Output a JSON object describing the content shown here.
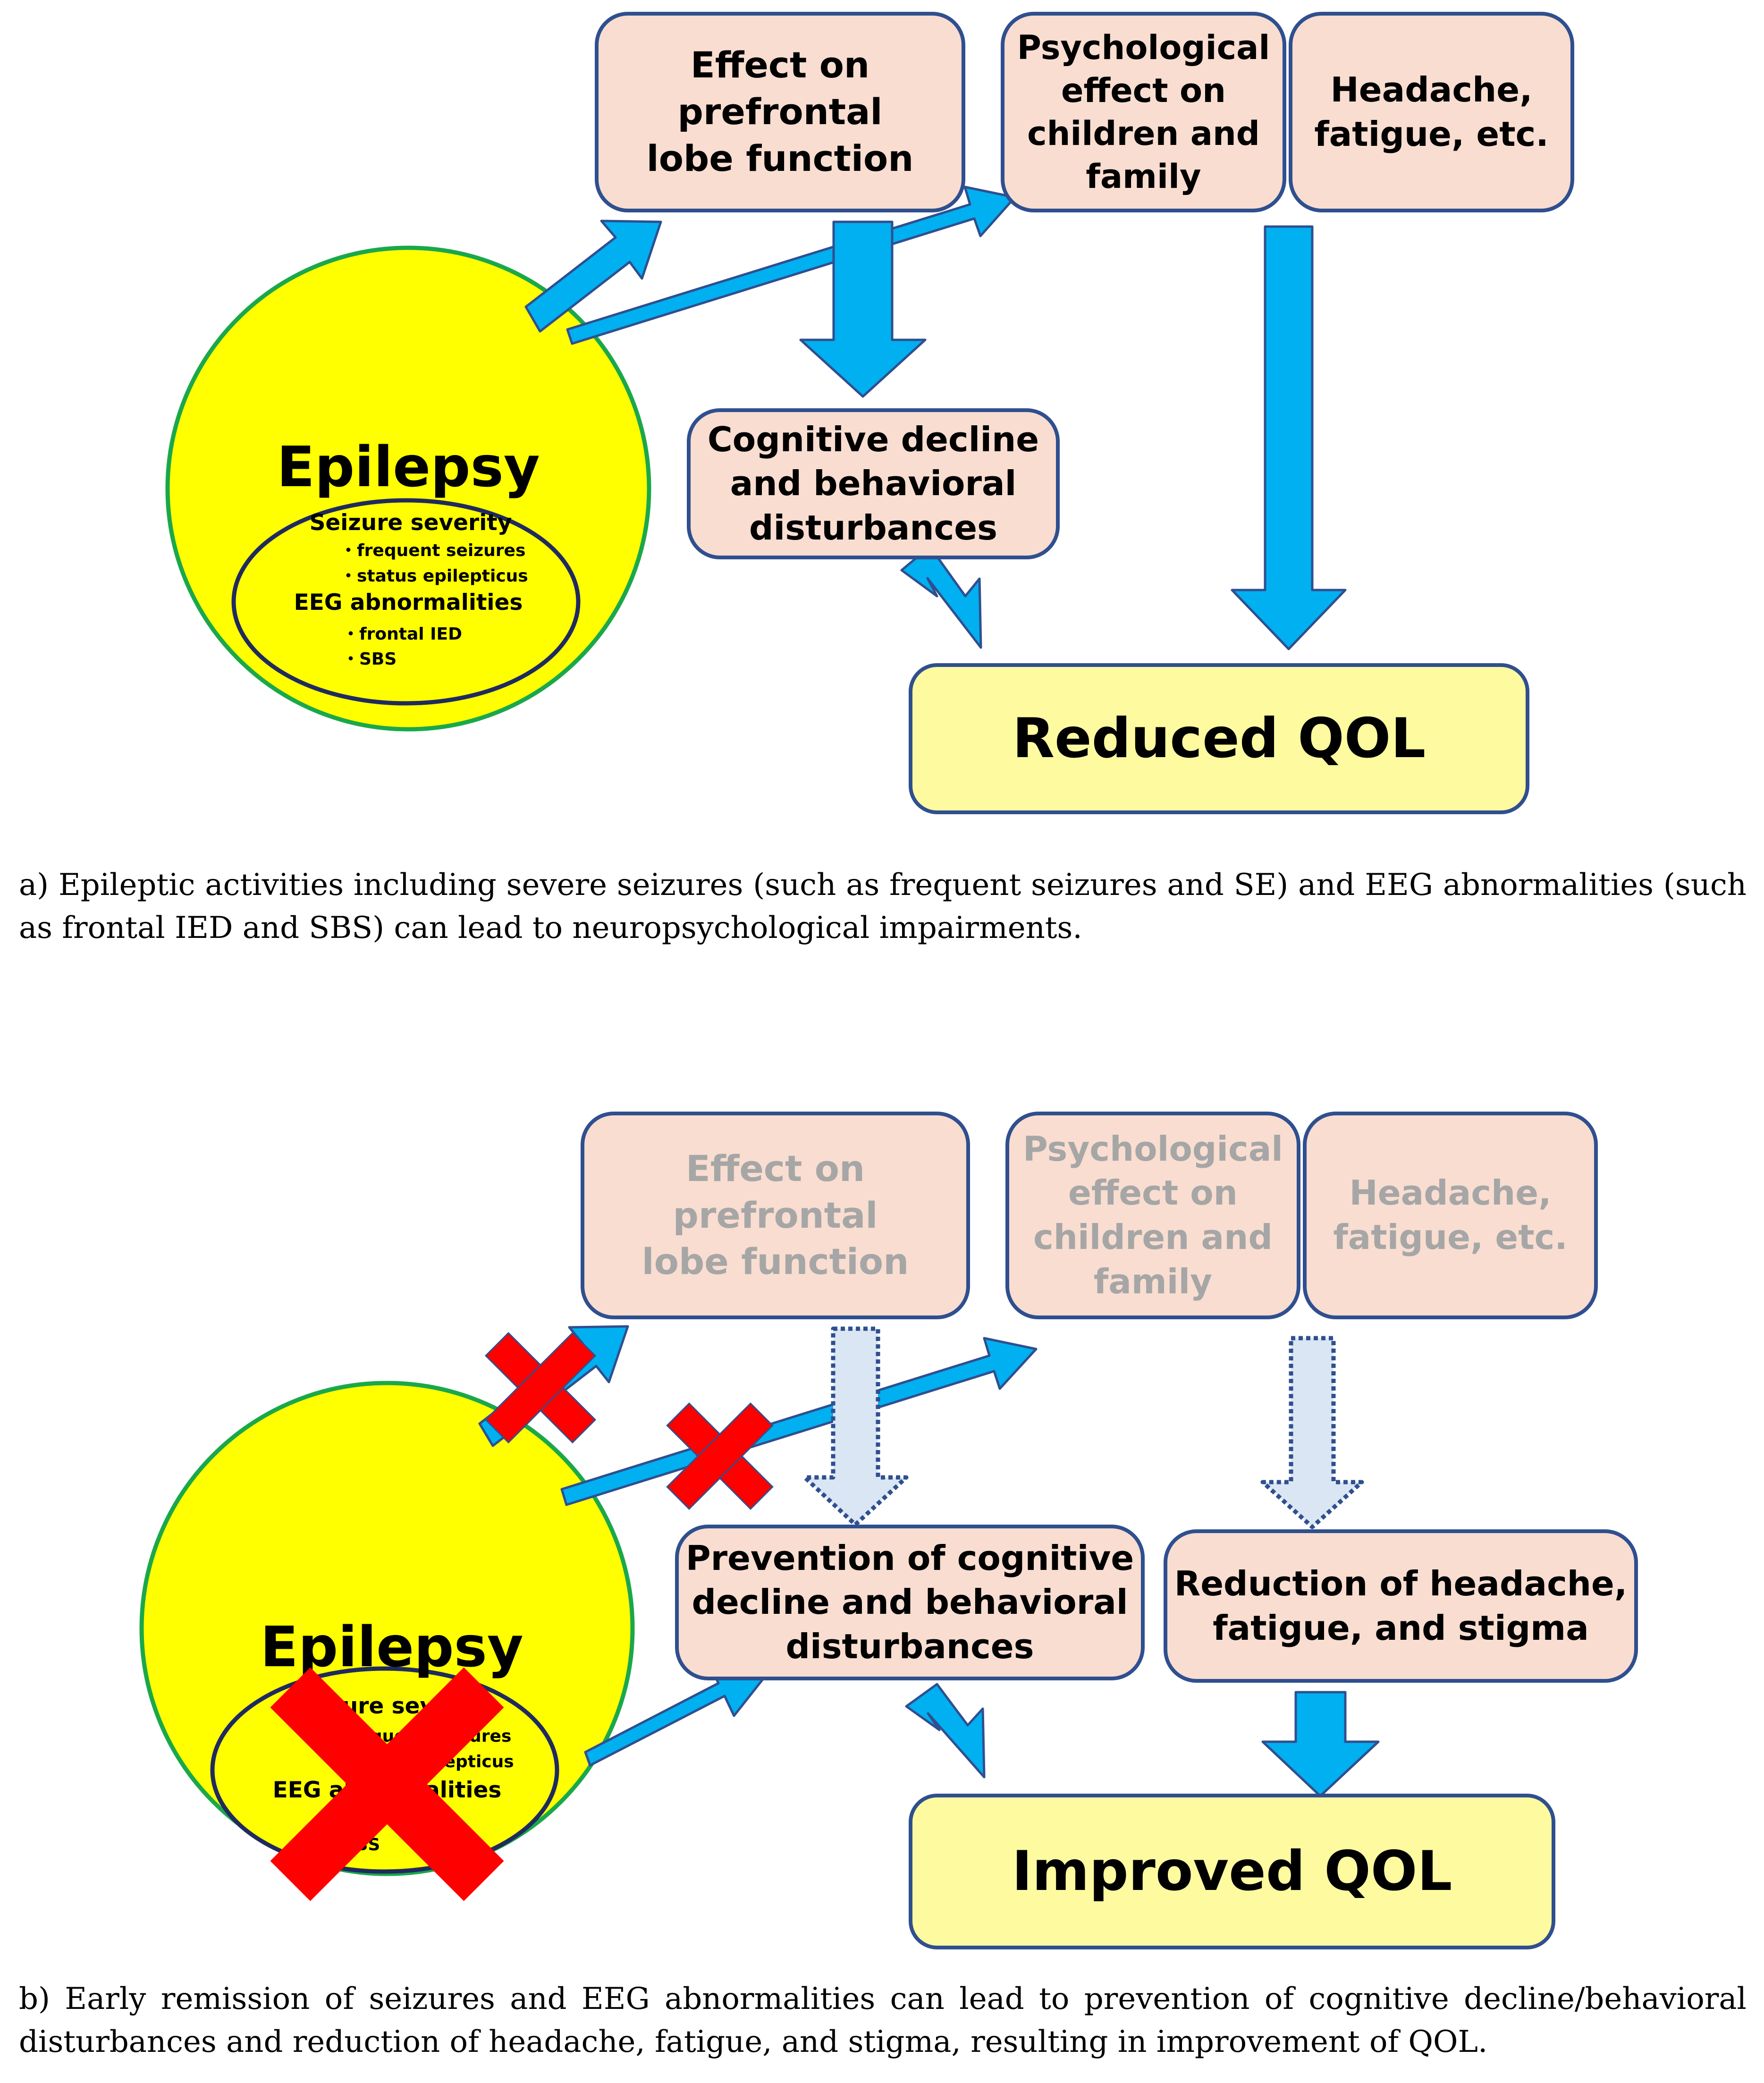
{
  "panel_a": {
    "circle": {
      "title": "Epilepsy",
      "heading1": "Seizure severity",
      "item1": "・frequent seizures",
      "item2": "・status epilepticus",
      "heading2": "EEG abnormalities",
      "item3": "・frontal IED",
      "item4": "・SBS"
    },
    "box_prefrontal": "Effect on prefrontal\nlobe function",
    "box_psych": "Psychological\neffect on\nchildren and\nfamily",
    "box_headache": "Headache,\nfatigue, etc.",
    "box_cognitive": "Cognitive decline\nand behavioral\ndisturbances",
    "box_qol": "Reduced QOL",
    "caption": "a) Epileptic activities including severe seizures (such as frequent seizures and SE) and EEG abnormalities (such as frontal IED and SBS) can lead to neuropsychological impairments."
  },
  "panel_b": {
    "circle": {
      "title": "Epilepsy",
      "heading1": "Seizure severity",
      "item1": "・frequent seizures",
      "item2": "・status epilepticus",
      "heading2": "EEG abnormalities",
      "item4": "・SBS"
    },
    "box_prefrontal": "Effect on prefrontal\nlobe function",
    "box_psych": "Psychological\neffect on\nchildren and\nfamily",
    "box_headache": "Headache,\nfatigue, etc.",
    "box_prevention": "Prevention of cognitive\ndecline and behavioral\ndisturbances",
    "box_reduction": "Reduction of headache,\nfatigue, and stigma",
    "box_qol": "Improved QOL",
    "caption": "b) Early remission of seizures and EEG abnormalities can lead to prevention of cognitive decline/behavioral disturbances and reduction of headache, fatigue, and stigma, resulting in improvement of QOL."
  },
  "colors": {
    "arrow_fill": "#00b0f0",
    "arrow_stroke": "#2f4f8f",
    "box_fill": "#f8ddd0",
    "qol_fill": "#fdfaa0",
    "circle_fill": "#ffff00",
    "circle_stroke": "#1aa84a",
    "cross": "#ff0000",
    "faded_text": "#a6a6a6"
  }
}
